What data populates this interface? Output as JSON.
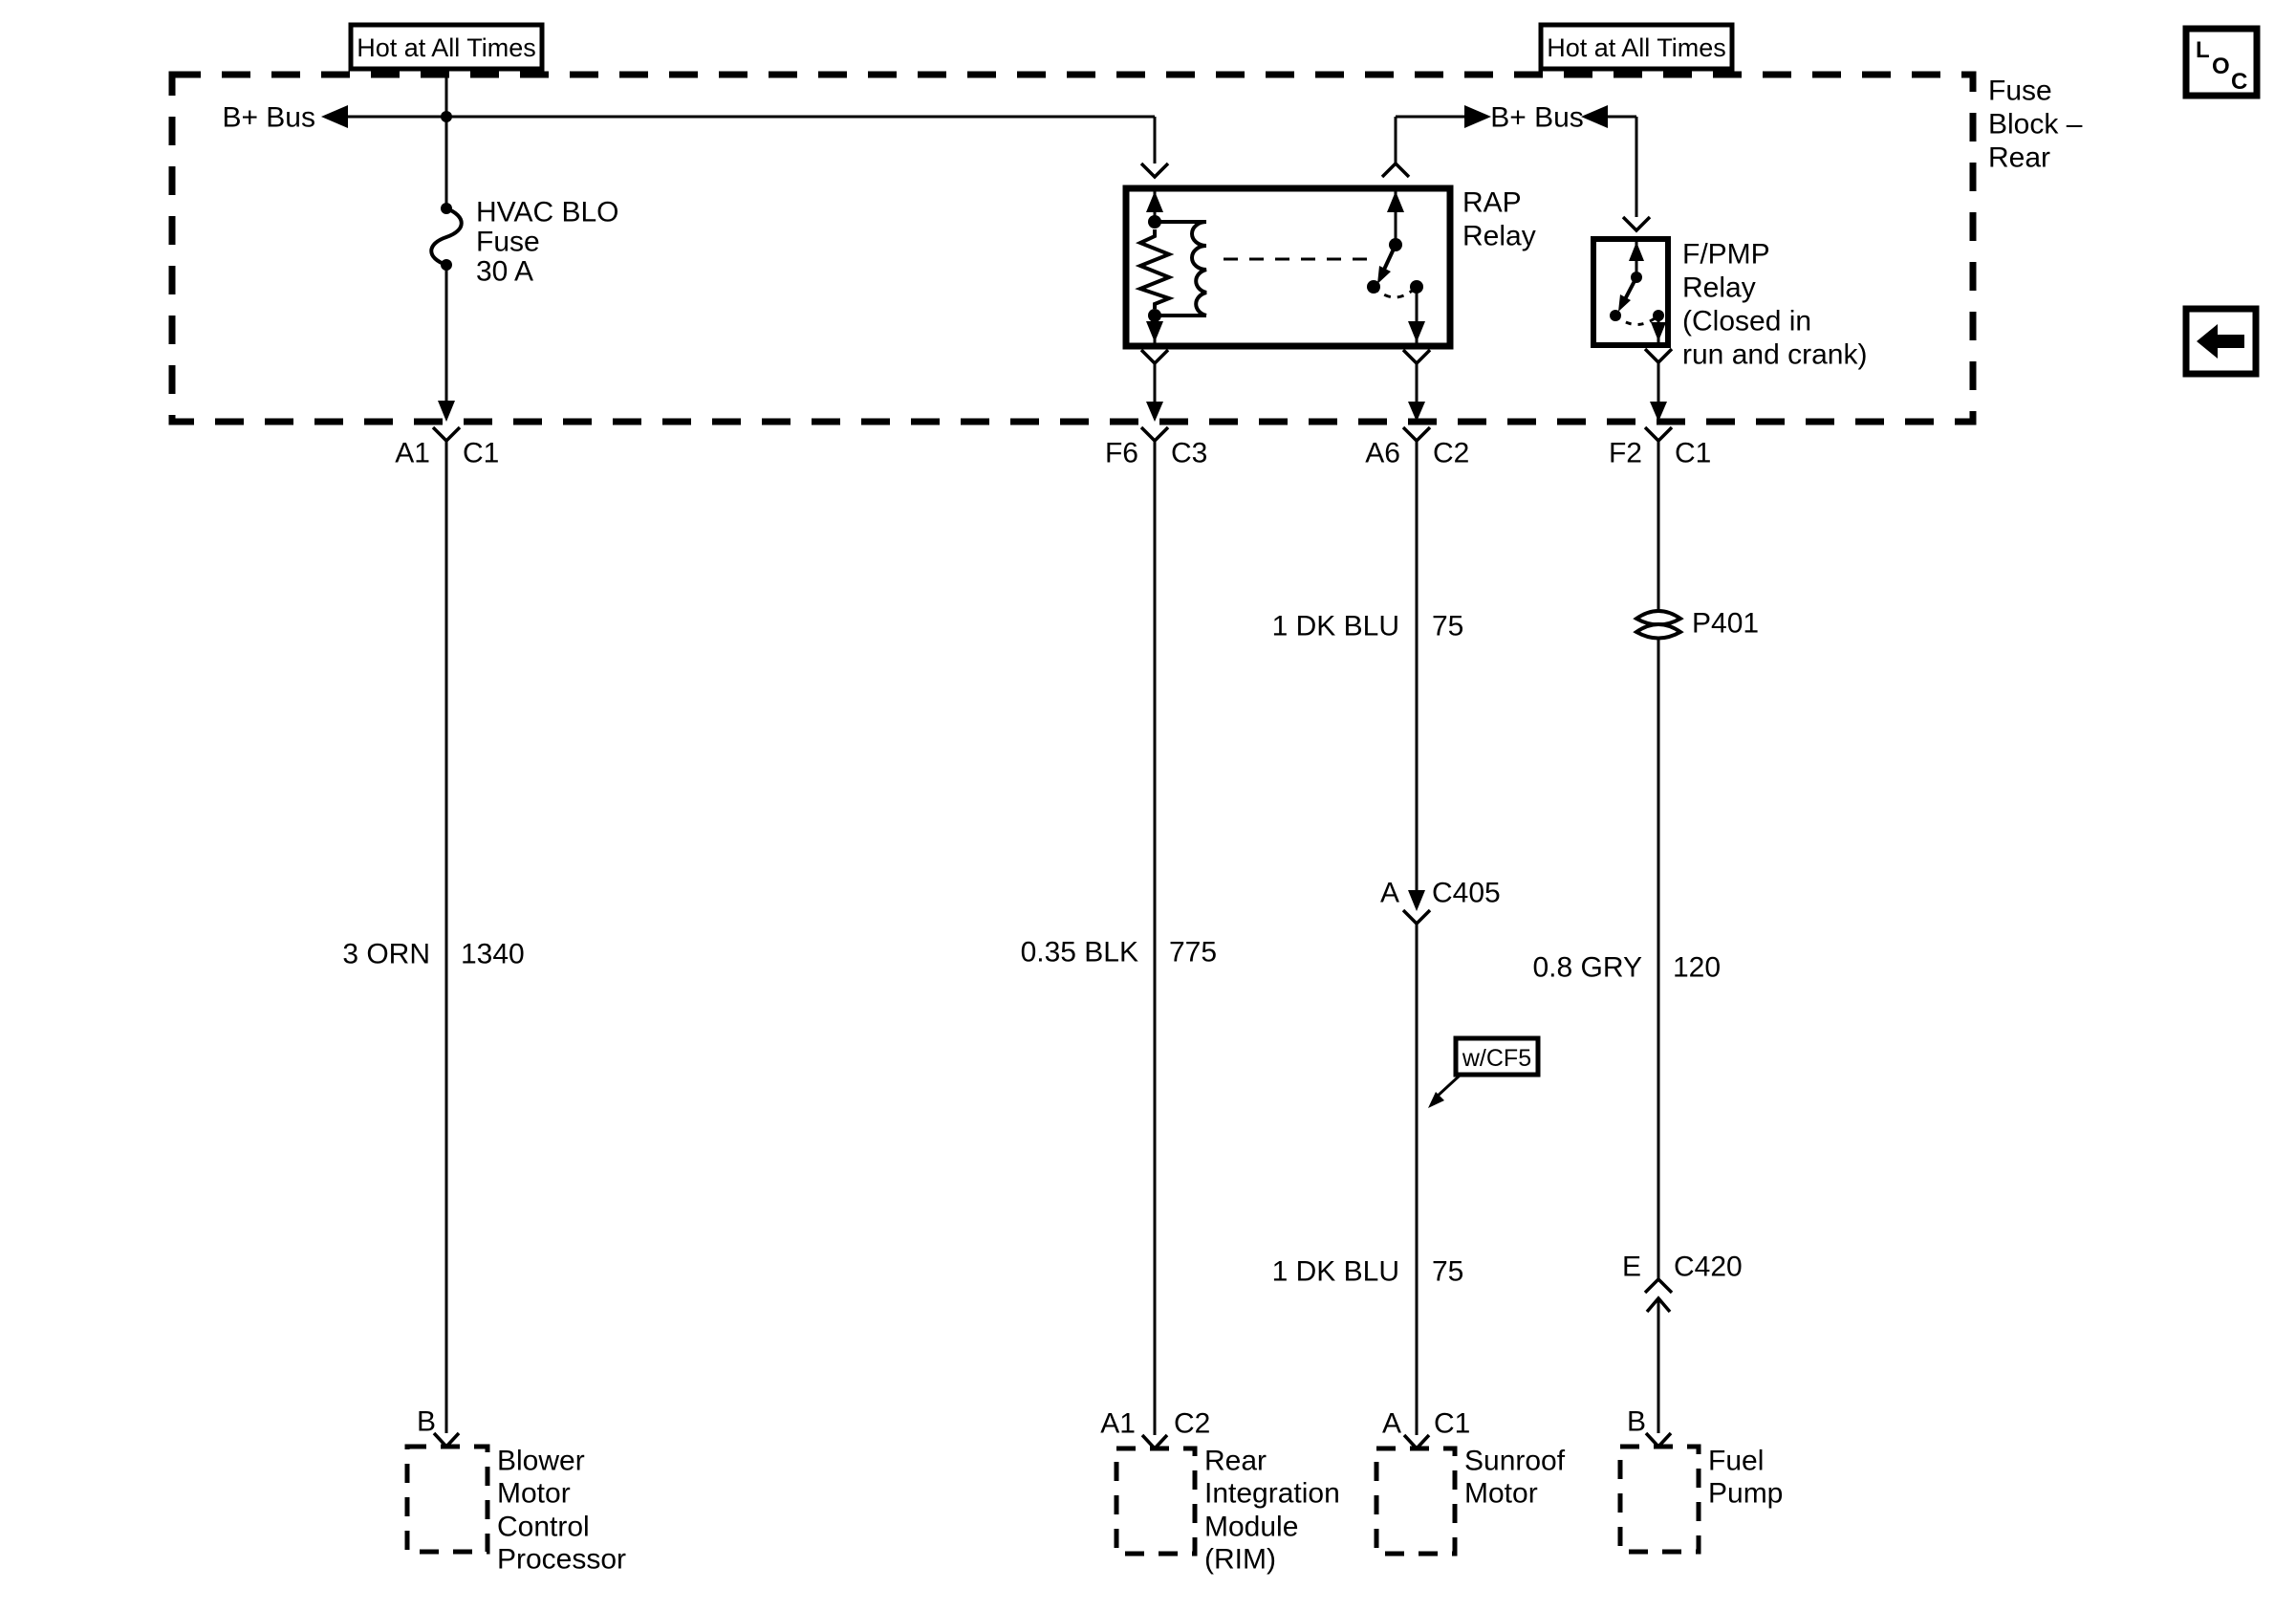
{
  "titles": {
    "hot_left": "Hot at All Times",
    "hot_right": "Hot at All Times"
  },
  "fuse_block_label": {
    "line1": "Fuse",
    "line2": "Block –",
    "line3": "Rear"
  },
  "bus": {
    "left": "B+ Bus",
    "middle": "B+ Bus"
  },
  "hvac_fuse": {
    "line1": "HVAC BLO",
    "line2": "Fuse",
    "line3": "30 A"
  },
  "rap_relay": {
    "line1": "RAP",
    "line2": "Relay"
  },
  "fpmp_relay": {
    "line1": "F/PMP",
    "line2": "Relay",
    "line3": "(Closed in",
    "line4": "run and crank)"
  },
  "fuse_block_pins": {
    "col1_left": "A1",
    "col1_right": "C1",
    "col2_left": "F6",
    "col2_right": "C3",
    "col3_left": "A6",
    "col3_right": "C2",
    "col4_left": "F2",
    "col4_right": "C1"
  },
  "wire_labels": {
    "blower": {
      "spec": "3 ORN",
      "circuit": "1340"
    },
    "rim": {
      "spec": "0.35 BLK",
      "circuit": "775"
    },
    "sunroof_upper": {
      "spec": "1 DK BLU",
      "circuit": "75"
    },
    "sunroof_lower": {
      "spec": "1 DK BLU",
      "circuit": "75"
    },
    "fuel": {
      "spec": "0.8 GRY",
      "circuit": "120"
    }
  },
  "inline_connectors": {
    "p401": "P401",
    "c405": {
      "pin": "A",
      "name": "C405"
    },
    "c420": {
      "pin": "E",
      "name": "C420"
    },
    "wcf5": "w/CF5"
  },
  "components": {
    "blower": {
      "pin": "B",
      "line1": "Blower",
      "line2": "Motor",
      "line3": "Control",
      "line4": "Processor"
    },
    "rim": {
      "pin_left": "A1",
      "pin_right": "C2",
      "line1": "Rear",
      "line2": "Integration",
      "line3": "Module",
      "line4": "(RIM)"
    },
    "sunroof": {
      "pin_left": "A",
      "pin_right": "C1",
      "line1": "Sunroof",
      "line2": "Motor"
    },
    "fuel_pump": {
      "pin": "B",
      "line1": "Fuel",
      "line2": "Pump"
    }
  },
  "icons": {
    "loc_l": "L",
    "loc_o": "O",
    "loc_c": "C"
  },
  "colors": {
    "ink": "#000000",
    "background": "#ffffff"
  }
}
